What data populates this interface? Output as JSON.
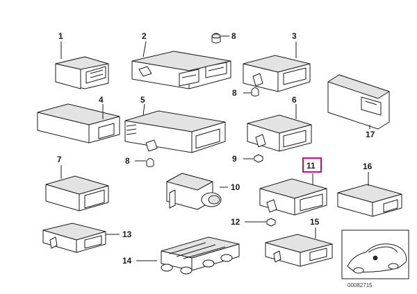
{
  "diagram": {
    "part_labels": {
      "p1": "1",
      "p2": "2",
      "p3": "3",
      "p4": "4",
      "p5": "5",
      "p6": "6",
      "p7": "7",
      "p8a": "8",
      "p8b": "8",
      "p8c": "8",
      "p9": "9",
      "p10": "10",
      "p11": "11",
      "p12": "12",
      "p13": "13",
      "p14": "14",
      "p15": "15",
      "p16": "16",
      "p17": "17"
    },
    "highlighted_part": "11",
    "highlight_color": "#e0007a",
    "reference_number": "00082715"
  }
}
